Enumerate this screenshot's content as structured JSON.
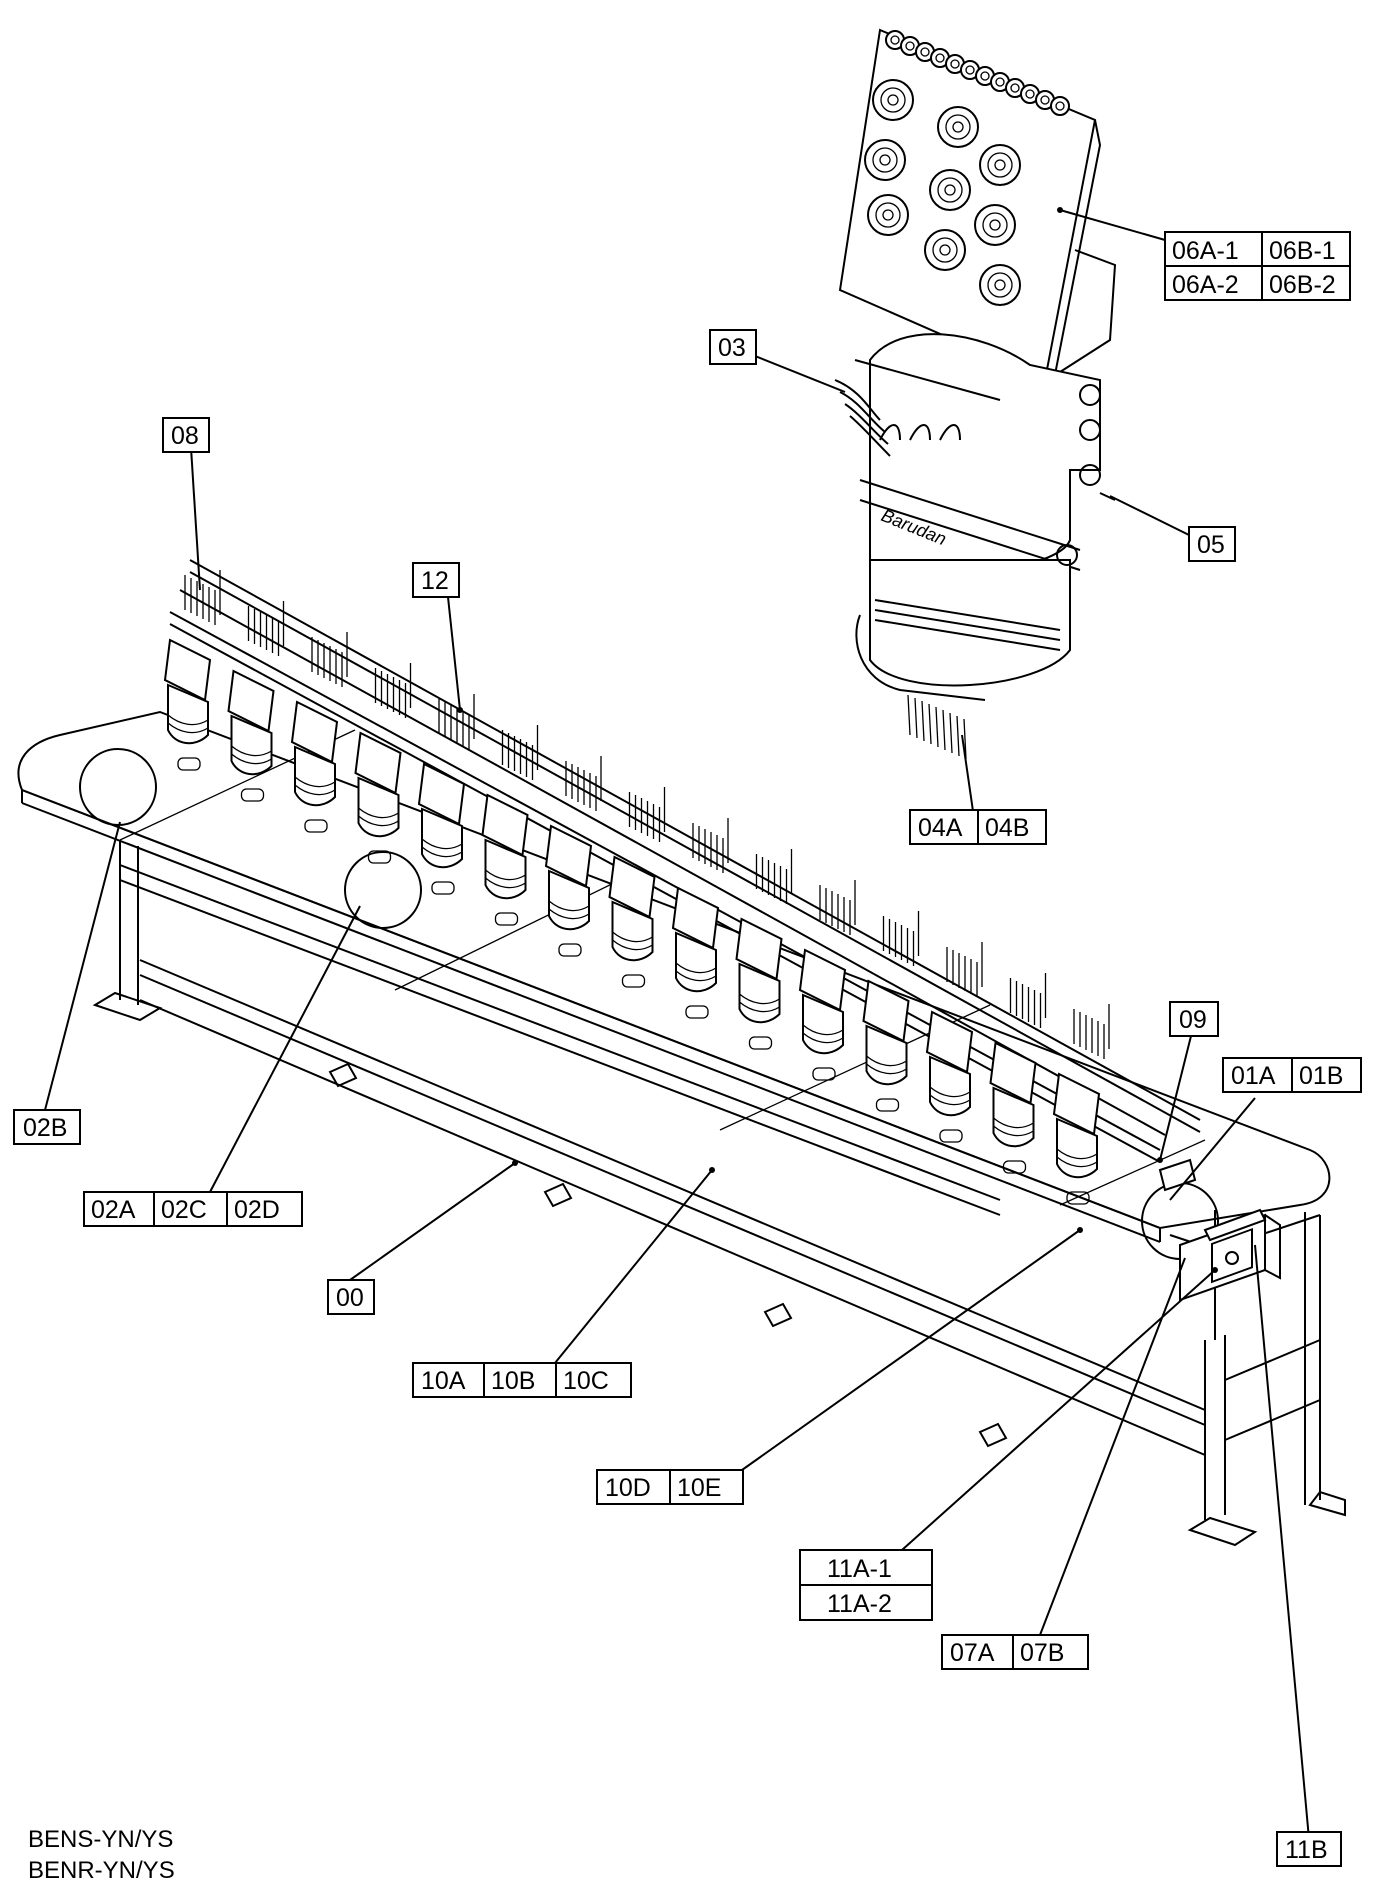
{
  "callouts": {
    "c06": [
      "06A-1",
      "06B-1",
      "06A-2",
      "06B-2"
    ],
    "c03": "03",
    "c08": "08",
    "c12": "12",
    "c05": "05",
    "c04": [
      "04A",
      "04B"
    ],
    "c09": "09",
    "c01": [
      "01A",
      "01B"
    ],
    "c02b": "02B",
    "c02": [
      "02A",
      "02C",
      "02D"
    ],
    "c00": "00",
    "c10abc": [
      "10A",
      "10B",
      "10C"
    ],
    "c10de": [
      "10D",
      "10E"
    ],
    "c11a": [
      "11A-1",
      "11A-2"
    ],
    "c07": [
      "07A",
      "07B"
    ],
    "c11b": "11B"
  },
  "head_brand": "Barudan",
  "footer": {
    "line1": "BENS-YN/YS",
    "line2": "BENR-YN/YS"
  }
}
